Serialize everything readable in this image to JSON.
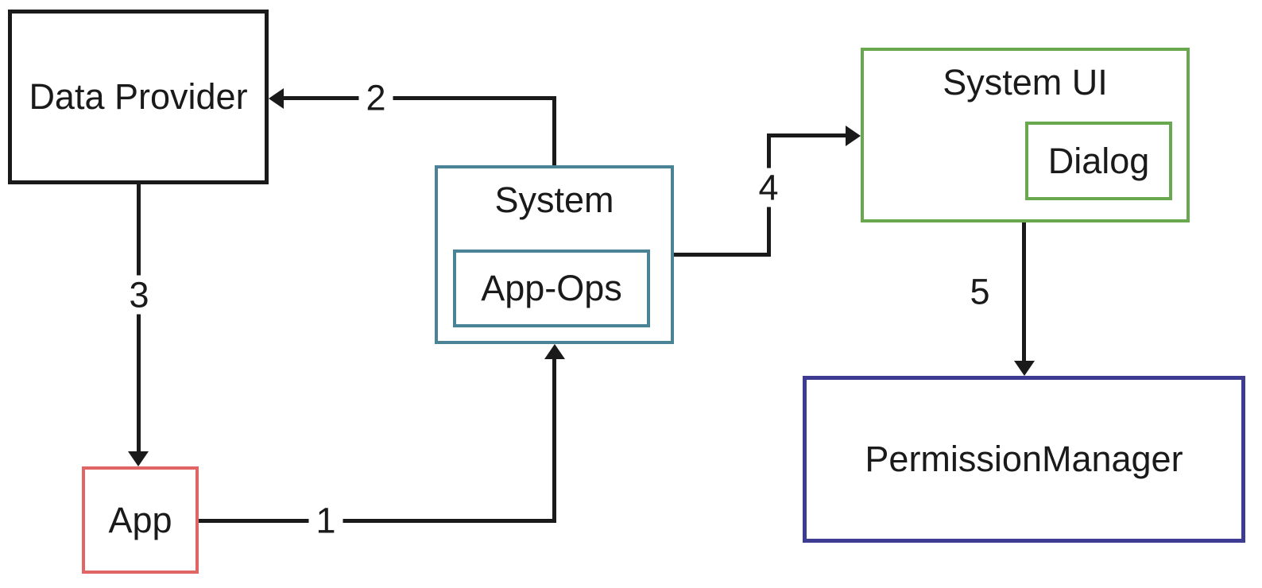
{
  "diagram": {
    "canvas_bg": "#ffffff",
    "text_color": "#1a1a1a",
    "arrow_color": "#1a1a1a",
    "nodes": {
      "data_provider": {
        "label": "Data Provider",
        "border_color": "#1a1a1a"
      },
      "system": {
        "label": "System",
        "border_color": "#4a8296"
      },
      "app_ops": {
        "label": "App-Ops",
        "border_color": "#4a8296"
      },
      "system_ui": {
        "label": "System UI",
        "border_color": "#6aa84f"
      },
      "dialog": {
        "label": "Dialog",
        "border_color": "#6aa84f"
      },
      "permission_manager": {
        "label": "PermissionManager",
        "border_color": "#3e3c92"
      },
      "app": {
        "label": "App",
        "border_color": "#e06666"
      }
    },
    "edges": [
      {
        "number": "1",
        "from": "App",
        "to": "System"
      },
      {
        "number": "2",
        "from": "System",
        "to": "Data Provider"
      },
      {
        "number": "3",
        "from": "Data Provider",
        "to": "App"
      },
      {
        "number": "4",
        "from": "System",
        "to": "System UI"
      },
      {
        "number": "5",
        "from": "System UI",
        "to": "PermissionManager"
      }
    ]
  }
}
